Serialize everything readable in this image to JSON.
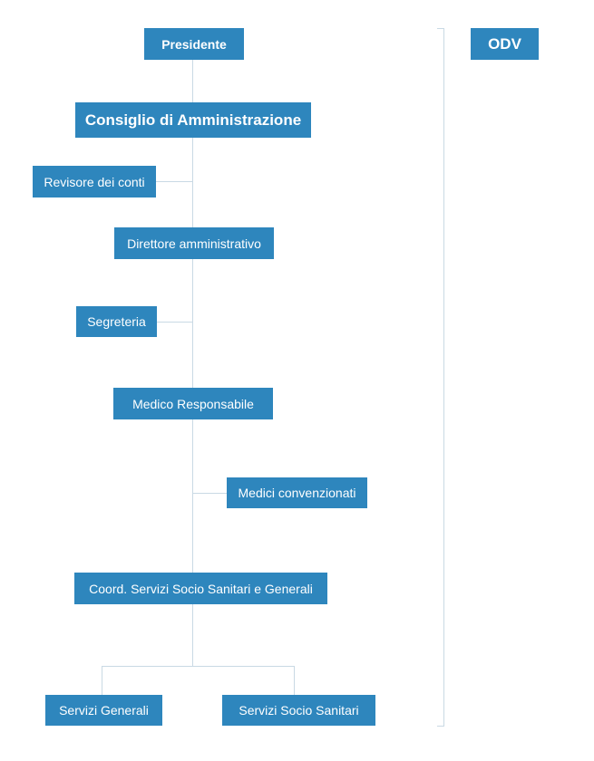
{
  "orgchart": {
    "president": "Presidente",
    "board": "Consiglio di Amministrazione",
    "auditor": "Revisore dei conti",
    "admin_director": "Direttore amministrativo",
    "secretariat": "Segreteria",
    "chief_physician": "Medico Responsabile",
    "contracted_physicians": "Medici convenzionati",
    "coordination": "Coord. Servizi Socio Sanitari e Generali",
    "general_services": "Servizi Generali",
    "social_health_services": "Servizi Socio Sanitari",
    "odv": "ODV"
  },
  "colors": {
    "node_fill": "#2e86bd",
    "node_text": "#ffffff",
    "connector": "#c9d9e4"
  }
}
